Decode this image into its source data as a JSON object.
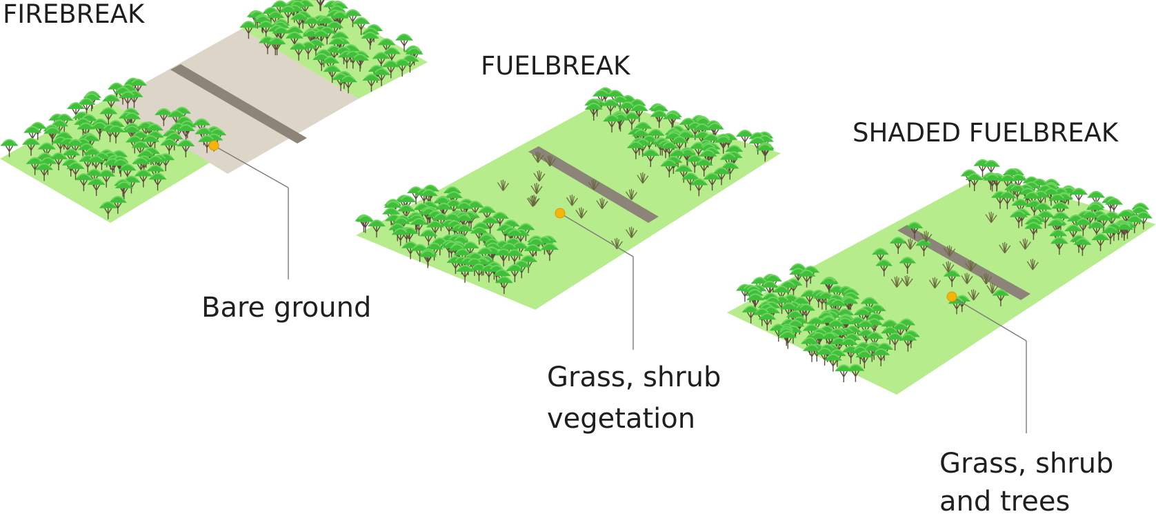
{
  "diagram": {
    "panels": [
      {
        "id": "firebreak",
        "title": "FIREBREAK",
        "callout_lines": [
          "Bare ground"
        ],
        "strip": "bare ground"
      },
      {
        "id": "fuelbreak",
        "title": "FUELBREAK",
        "callout_lines": [
          "Grass, shrub",
          "vegetation"
        ],
        "strip": "grass and shrubs"
      },
      {
        "id": "shaded-fuelbreak",
        "title": "SHADED FUELBREAK",
        "callout_lines": [
          "Grass, shrub",
          "and trees"
        ],
        "strip": "grass, shrubs and scattered trees"
      }
    ]
  },
  "colors": {
    "ground_green": "#b6ec8c",
    "bare_ground": "#ddd5c8",
    "road": "#8c8478",
    "tree_canopy": "#3fbf3a",
    "tree_highlight": "#6ed65f",
    "trunk": "#5b4a3a",
    "callout_dot": "#f5b40b",
    "leader_line": "#7a7a7a"
  }
}
